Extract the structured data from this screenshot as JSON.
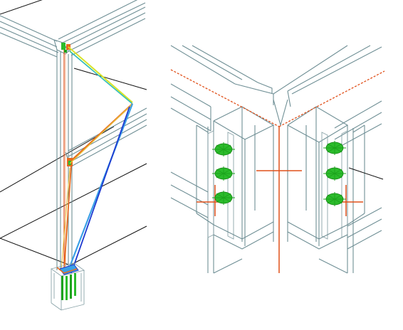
{
  "views": [
    {
      "name": "isometric-frame-overview",
      "brace_colors": [
        "#d7e32a",
        "#38c66b",
        "#e66a1e",
        "#3aa0e6",
        "#1e3ad0"
      ],
      "column_color": "#e0501a",
      "base_bolt_color": "#1ca31c"
    },
    {
      "name": "corner-connection-detail",
      "centerline_color": "#e0501a",
      "bolt_color": "#1ca31c",
      "bolt_groups_per_side": 3
    }
  ]
}
